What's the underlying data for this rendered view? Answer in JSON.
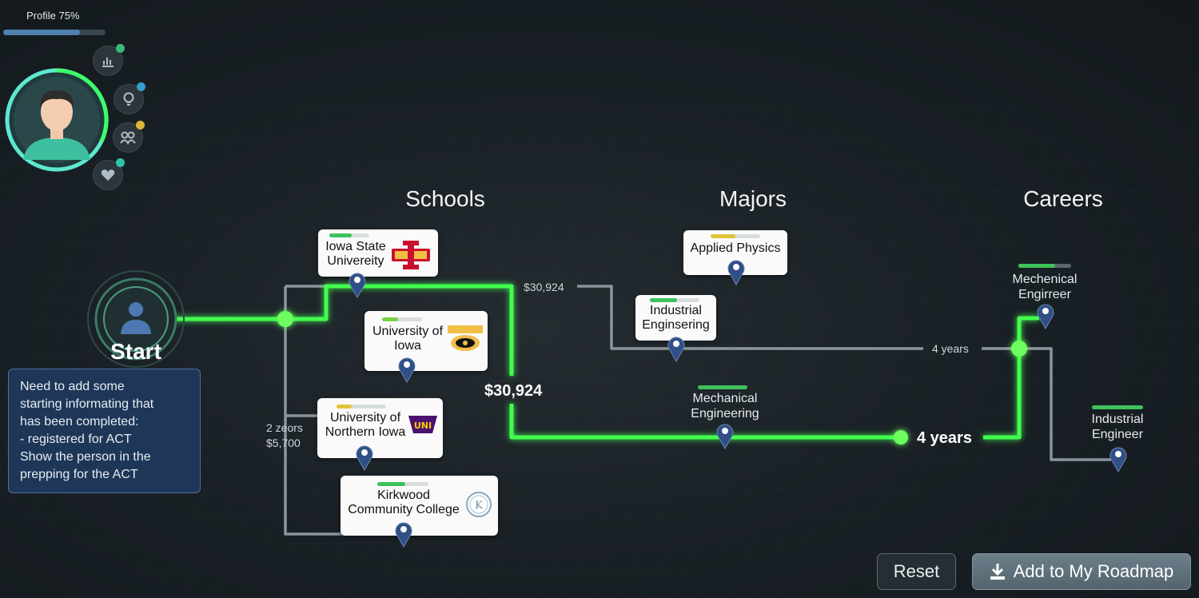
{
  "profile": {
    "label": "Profile 75%",
    "progress": 0.75
  },
  "side_icons": [
    {
      "icon": "chart-icon",
      "badge": "#3cb87a"
    },
    {
      "icon": "lightbulb-icon",
      "badge": "#2f9fd0"
    },
    {
      "icon": "people-icon",
      "badge": "#e0b53a"
    },
    {
      "icon": "heart-icon",
      "badge": "#2ec4a8"
    }
  ],
  "columns": {
    "schools": "Schools",
    "majors": "Majors",
    "careers": "Careers"
  },
  "start": {
    "label": "Start"
  },
  "note": {
    "text": "Need to add some\nstarting informating that\nhas been completed:\n- registered for ACT\nShow the person in the\nprepping for the ACT"
  },
  "schools": [
    {
      "name": "Iowa State\nUnivereity",
      "progress": 0.55,
      "color": "#3ec25b"
    },
    {
      "name": "University of\nIowa",
      "progress": 0.4,
      "color": "#7bd146"
    },
    {
      "name": "University of\nNorthern Iowa",
      "progress": 0.3,
      "color": "#e2c23a"
    },
    {
      "name": "Kirkwood\nCommunity College",
      "progress": 0.55,
      "color": "#3ec25b"
    }
  ],
  "majors": [
    {
      "name": "Applied Physics",
      "progress": 0.5,
      "color": "#e2c23a"
    },
    {
      "name": "Industrial\nEnginsering",
      "progress": 0.55,
      "color": "#3ec25b"
    },
    {
      "name": "Mechanical\nEngineering",
      "progress": 1.0,
      "color": "#3ec25b"
    }
  ],
  "careers": [
    {
      "name": "Mechenical\nEngirreer",
      "progress": 0.7,
      "color": "#3ec25b"
    },
    {
      "name": "Industrial\nEngineer",
      "progress": 1.0,
      "color": "#3ec25b"
    }
  ],
  "costs": {
    "top_small": "$30,924",
    "main": "$30,924",
    "community_years": "2 zeors",
    "community_cost": "$5,700",
    "years_small": "4 years",
    "years_big": "4 years"
  },
  "buttons": {
    "reset": "Reset",
    "add": "Add to My Roadmap"
  },
  "colors": {
    "glow": "#43ff4f",
    "path": "#8b959b",
    "pin": "#2f4f86",
    "panel": "#1e3758"
  }
}
